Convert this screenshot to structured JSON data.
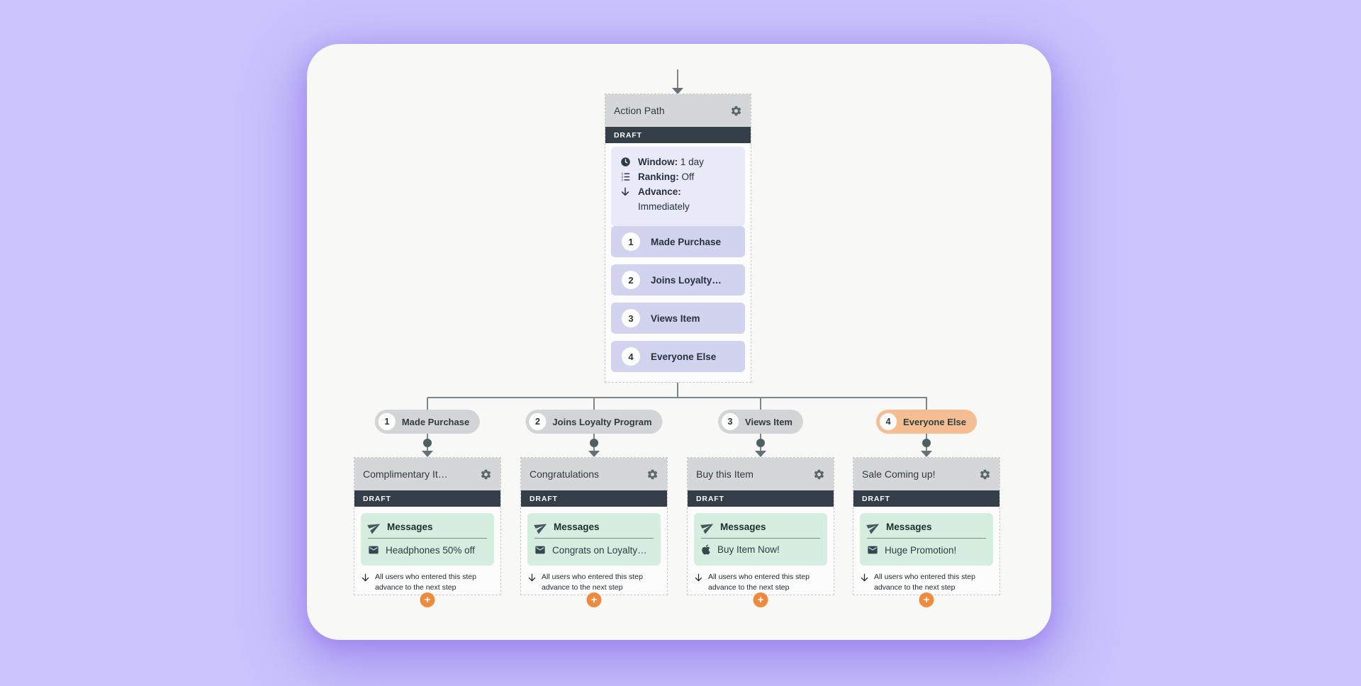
{
  "colors": {
    "page_background": "#c9c4fc",
    "canvas_background": "#f8f8f7",
    "node_header": "#d4d6d7",
    "draft_bar": "#333e48",
    "info_box": "#e9eaf7",
    "path_item": "#d2d3ee",
    "pill_gray": "#d2d4d5",
    "pill_highlight_orange": "#f4bd92",
    "messages_box_green": "#d5eedf",
    "add_button_orange": "#ef8a3d",
    "connector_gray": "#7d8789",
    "text_dark": "#26333b"
  },
  "root_node": {
    "title": "Action Path",
    "gear_icon": "gear-icon",
    "status": "DRAFT",
    "settings": [
      {
        "icon": "clock-icon",
        "label": "Window:",
        "value": "1 day"
      },
      {
        "icon": "ranking-icon",
        "label": "Ranking:",
        "value": "Off"
      },
      {
        "icon": "advance-icon",
        "label": "Advance:",
        "value": "Immediately"
      }
    ],
    "paths": [
      {
        "number": "1",
        "label": "Made Purchase"
      },
      {
        "number": "2",
        "label": "Joins Loyalty…"
      },
      {
        "number": "3",
        "label": "Views Item"
      },
      {
        "number": "4",
        "label": "Everyone Else"
      }
    ]
  },
  "branches": [
    {
      "number": "1",
      "pill_label": "Made Purchase",
      "highlighted": false,
      "card": {
        "title": "Complimentary It…",
        "status": "DRAFT",
        "section_label": "Messages",
        "section_icon": "send-icon",
        "message": {
          "icon": "email-icon",
          "label": "Headphones 50% off"
        },
        "note": "All users who entered this step advance to the next step",
        "add_button_icon": "plus-icon"
      }
    },
    {
      "number": "2",
      "pill_label": "Joins Loyalty Program",
      "highlighted": false,
      "card": {
        "title": "Congratulations",
        "status": "DRAFT",
        "section_label": "Messages",
        "section_icon": "send-icon",
        "message": {
          "icon": "email-icon",
          "label": "Congrats on Loyalty…"
        },
        "note": "All users who entered this step advance to the next step",
        "add_button_icon": "plus-icon"
      }
    },
    {
      "number": "3",
      "pill_label": "Views Item",
      "highlighted": false,
      "card": {
        "title": "Buy this Item",
        "status": "DRAFT",
        "section_label": "Messages",
        "section_icon": "send-icon",
        "message": {
          "icon": "apple-icon",
          "label": "Buy Item Now!"
        },
        "note": "All users who entered this step advance to the next step",
        "add_button_icon": "plus-icon"
      }
    },
    {
      "number": "4",
      "pill_label": "Everyone Else",
      "highlighted": true,
      "card": {
        "title": "Sale Coming up!",
        "status": "DRAFT",
        "section_label": "Messages",
        "section_icon": "send-icon",
        "message": {
          "icon": "email-icon",
          "label": "Huge Promotion!"
        },
        "note": "All users who entered this step advance to the next step",
        "add_button_icon": "plus-icon"
      }
    }
  ]
}
